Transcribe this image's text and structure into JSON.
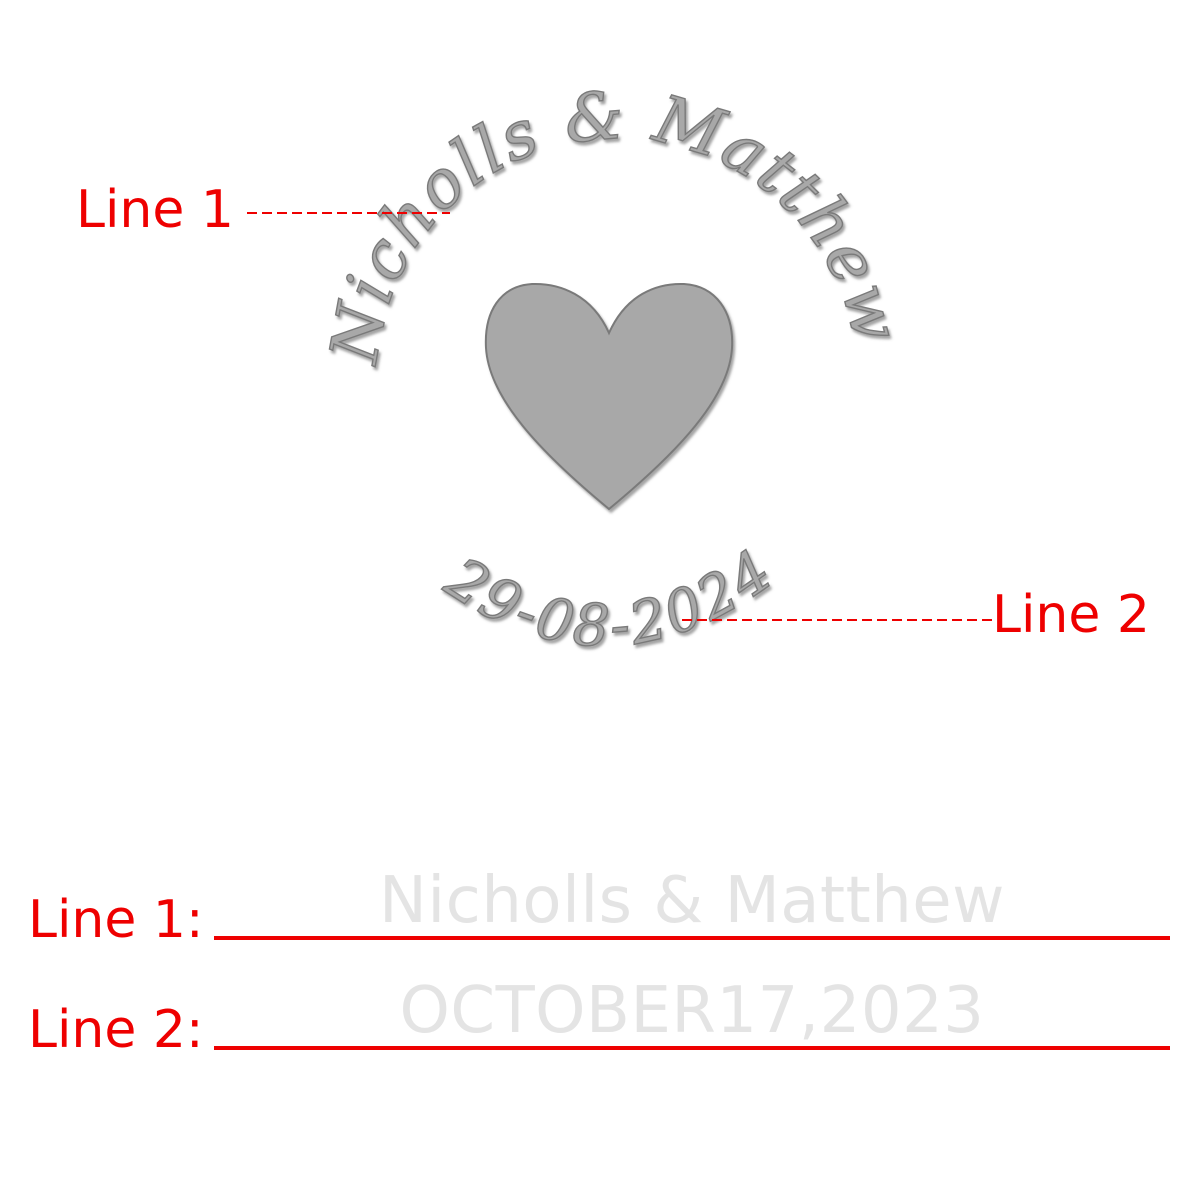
{
  "colors": {
    "annotation": "#ee0000",
    "engraving_fill": "#a8a8a8",
    "engraving_stroke": "#7a7a7a",
    "field_value": "#e4e4e4",
    "background": "#ffffff"
  },
  "design": {
    "line1_text": "Nicholls & Matthew",
    "line2_text": "29-08-2024",
    "heart_icon": "heart-icon"
  },
  "callouts": {
    "line1_label": "Line 1",
    "line2_label": "Line 2"
  },
  "form": {
    "line1": {
      "label": "Line 1:",
      "value": "Nicholls & Matthew"
    },
    "line2": {
      "label": "Line 2:",
      "value": "OCTOBER17,2023"
    }
  }
}
